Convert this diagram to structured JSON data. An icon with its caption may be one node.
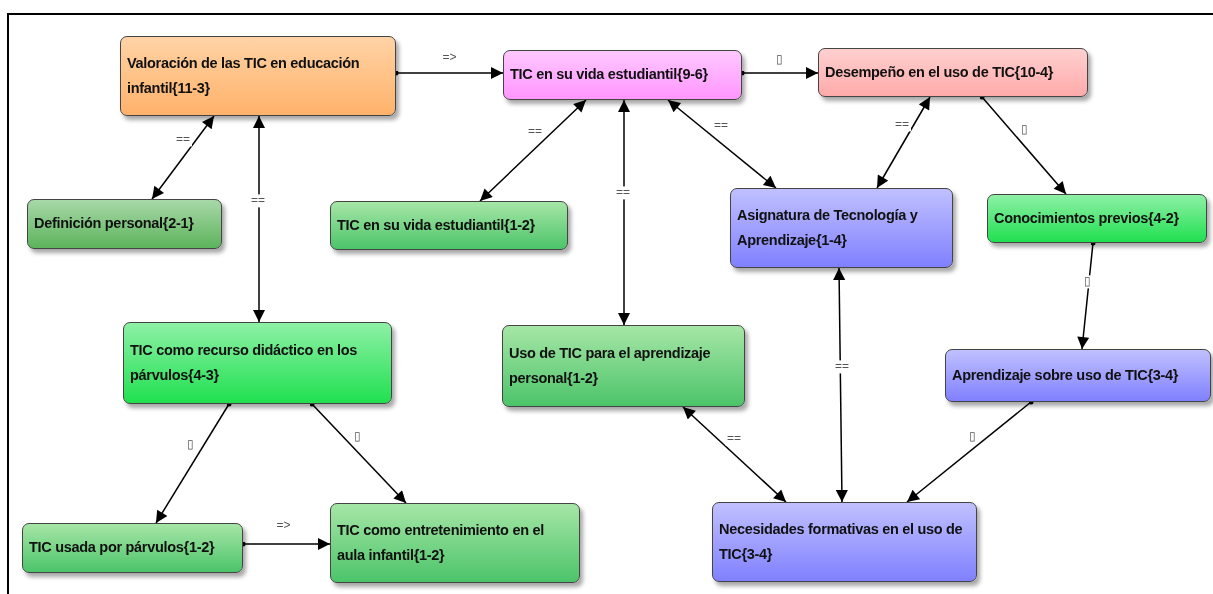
{
  "diagram": {
    "nodes": [
      {
        "text": [
          "Valoración de las TIC en educación infantil{11-3}"
        ]
      },
      {
        "text": [
          "TIC en su vida estudiantil{9-6}"
        ]
      },
      {
        "text": [
          "Desempeño en el uso de TIC{10-4}"
        ]
      },
      {
        "text": [
          "Definición personal{2-1}"
        ]
      },
      {
        "text": [
          "TIC en su vida estudiantil{1-2}"
        ]
      },
      {
        "text": [
          "Asignatura de Tecnología y Aprendizaje{1-4}"
        ]
      },
      {
        "text": [
          "Conocimientos previos{4-2}"
        ]
      },
      {
        "text": [
          "TIC como recurso didáctico en los párvulos{4-3}"
        ]
      },
      {
        "text": [
          "Uso de TIC para el aprendizaje personal{1-2}"
        ]
      },
      {
        "text": [
          "Aprendizaje sobre uso de TIC{3-4}"
        ]
      },
      {
        "text": [
          "TIC usada por párvulos{1-2}"
        ]
      },
      {
        "text": [
          "TIC como entretenimiento en el aula infantil{1-2}"
        ]
      },
      {
        "text": [
          "Necesidades formativas en el uso de TIC{3-4}"
        ]
      }
    ],
    "edges": [
      {
        "from": 0,
        "to": 1,
        "arrow": "to",
        "label": "=>"
      },
      {
        "from": 1,
        "to": 2,
        "arrow": "to",
        "label": "▯"
      },
      {
        "from": 3,
        "to": 0,
        "arrow": "both",
        "label": "=="
      },
      {
        "from": 0,
        "to": 7,
        "arrow": "both",
        "label": "=="
      },
      {
        "from": 1,
        "to": 4,
        "arrow": "both",
        "label": "=="
      },
      {
        "from": 1,
        "to": 8,
        "arrow": "both",
        "label": "=="
      },
      {
        "from": 1,
        "to": 5,
        "arrow": "both",
        "label": "=="
      },
      {
        "from": 2,
        "to": 5,
        "arrow": "both",
        "label": "=="
      },
      {
        "from": 2,
        "to": 6,
        "arrow": "to",
        "label": "▯"
      },
      {
        "from": 6,
        "to": 9,
        "arrow": "to",
        "label": "▯"
      },
      {
        "from": 7,
        "to": 10,
        "arrow": "to",
        "label": "▯"
      },
      {
        "from": 7,
        "to": 11,
        "arrow": "to",
        "label": "▯"
      },
      {
        "from": 10,
        "to": 11,
        "arrow": "to",
        "label": "=>"
      },
      {
        "from": 8,
        "to": 12,
        "arrow": "both",
        "label": "=="
      },
      {
        "from": 5,
        "to": 12,
        "arrow": "both",
        "label": "=="
      },
      {
        "from": 9,
        "to": 12,
        "arrow": "to",
        "label": "▯"
      }
    ]
  }
}
